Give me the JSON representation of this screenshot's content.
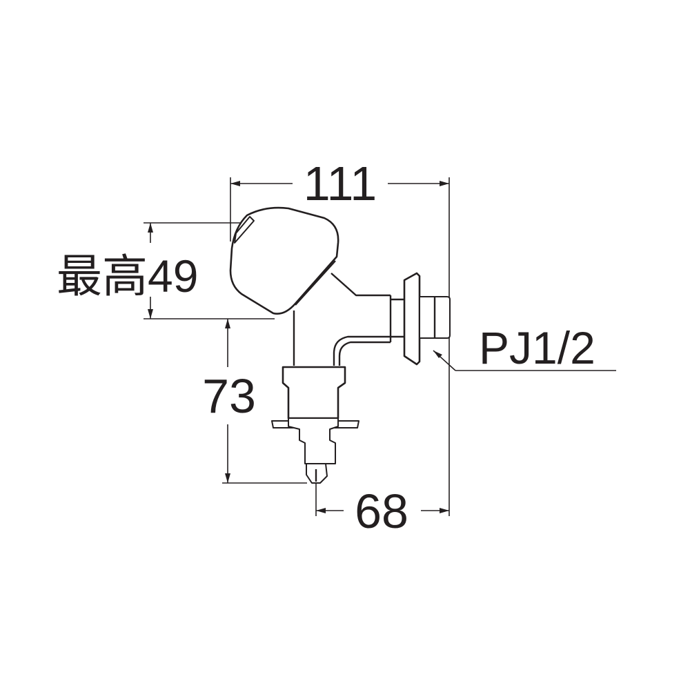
{
  "dimensions": {
    "width_total": "111",
    "height_max": "最高49",
    "height_outlet": "73",
    "depth": "68",
    "thread": "PJ1/2"
  },
  "colors": {
    "line": "#231f20",
    "background": "#ffffff"
  }
}
